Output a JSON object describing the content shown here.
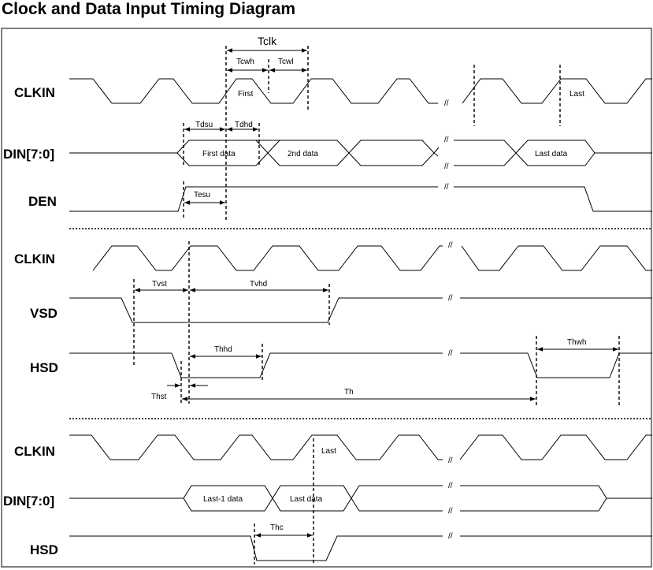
{
  "title": "Clock and Data Input Timing Diagram",
  "signals": {
    "clkin_1": "CLKIN",
    "din_1": "DIN[7:0]",
    "den": "DEN",
    "clkin_2": "CLKIN",
    "vsd": "VSD",
    "hsd_1": "HSD",
    "clkin_3": "CLKIN",
    "din_2": "DIN[7:0]",
    "hsd_2": "HSD"
  },
  "labels": {
    "tclk": "Tclk",
    "tcwh": "Tcwh",
    "tcwl": "Tcwl",
    "first": "First",
    "last_clk": "Last",
    "tdsu": "Tdsu",
    "tdhd": "Tdhd",
    "first_data": "First data",
    "second_data": "2nd data",
    "last_data": "Last data",
    "tesu": "Tesu",
    "tvst": "Tvst",
    "tvhd": "Tvhd",
    "thhd": "Thhd",
    "thwh": "Thwh",
    "thst": "Thst",
    "th": "Th",
    "last_clk_3": "Last",
    "last1_data": "Last-1 data",
    "last_data_3": "Last data",
    "thc": "Thc",
    "break_mark": "//"
  }
}
